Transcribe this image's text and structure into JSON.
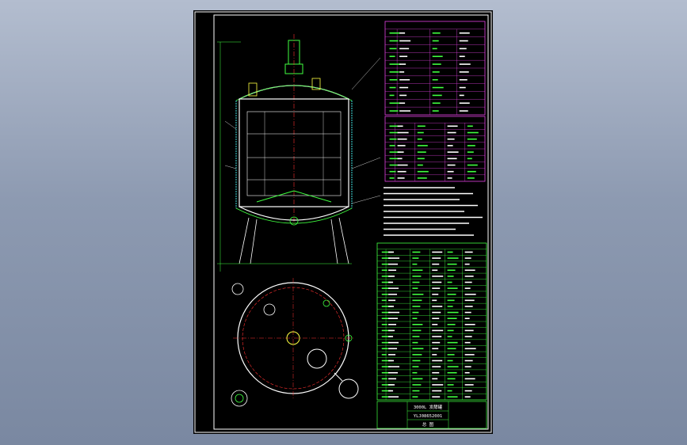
{
  "window": {
    "background_top": "#b3bdcf",
    "background_bottom": "#7a88a1"
  },
  "drawing": {
    "sheet_color": "#000000",
    "frame_color": "#ffffff",
    "colors": {
      "magenta": "#e040e0",
      "green": "#40ff40",
      "cyan": "#40e0e0",
      "red": "#ff3030",
      "yellow": "#ffff40",
      "white": "#ffffff",
      "blue": "#6090ff"
    },
    "title_block": {
      "name_line": "3000L 发酵罐",
      "drawing_number": "YLJ08652001",
      "label": "总 图"
    }
  }
}
